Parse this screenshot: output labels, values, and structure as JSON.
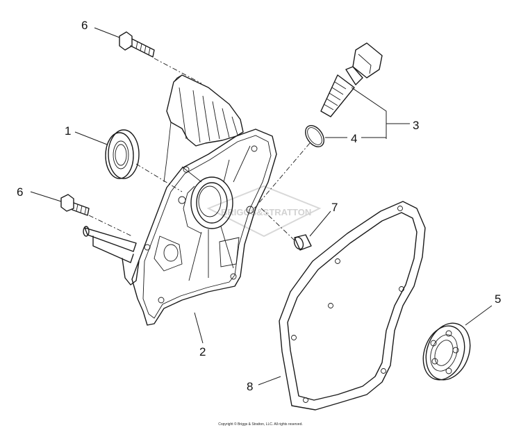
{
  "callouts": {
    "c1": "1",
    "c2": "2",
    "c3": "3",
    "c4": "4",
    "c5": "5",
    "c6a": "6",
    "c6b": "6",
    "c7": "7",
    "c8": "8"
  },
  "watermark": {
    "text": "BRIGGS&STRATTON"
  },
  "copyright": "Copyright © Briggs & Stratton, LLC. All rights reserved."
}
